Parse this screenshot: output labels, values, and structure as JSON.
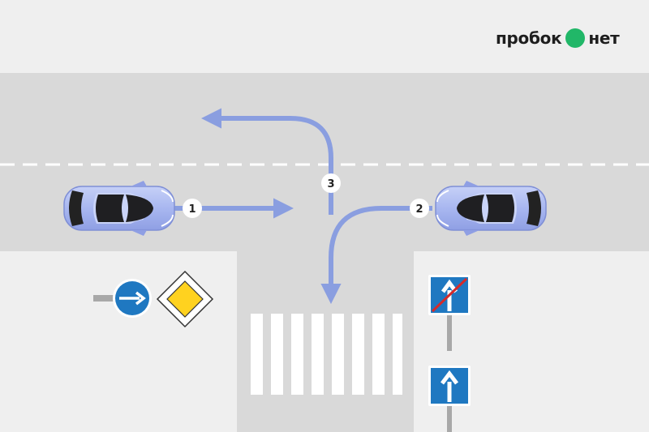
{
  "brand": {
    "word_left": "пробок",
    "word_right": "нет",
    "dot_color": "#21b768"
  },
  "diagram": {
    "vehicles": [
      {
        "label": "1",
        "maneuver": "straight",
        "facing": "right"
      },
      {
        "label": "2",
        "maneuver": "left-turn",
        "facing": "left"
      },
      {
        "label": "3",
        "maneuver": "left-turn",
        "facing": "up"
      }
    ],
    "signs": [
      {
        "name": "pass-right-sign",
        "icon": "arrow-right-icon",
        "color": "#1f78c1"
      },
      {
        "name": "priority-road-sign",
        "icon": "yellow-diamond-icon",
        "color": "#ffd21f"
      },
      {
        "name": "end-of-one-way-road-sign",
        "icon": "crossed-up-arrow-icon",
        "color": "#1f78c1"
      },
      {
        "name": "one-way-road-sign",
        "icon": "up-arrow-icon",
        "color": "#1f78c1"
      }
    ],
    "colors": {
      "road": "#d9d9d9",
      "sidewalk": "#efefef",
      "arrow": "#8a9ee0",
      "car_body": "#9fb0ee"
    }
  }
}
